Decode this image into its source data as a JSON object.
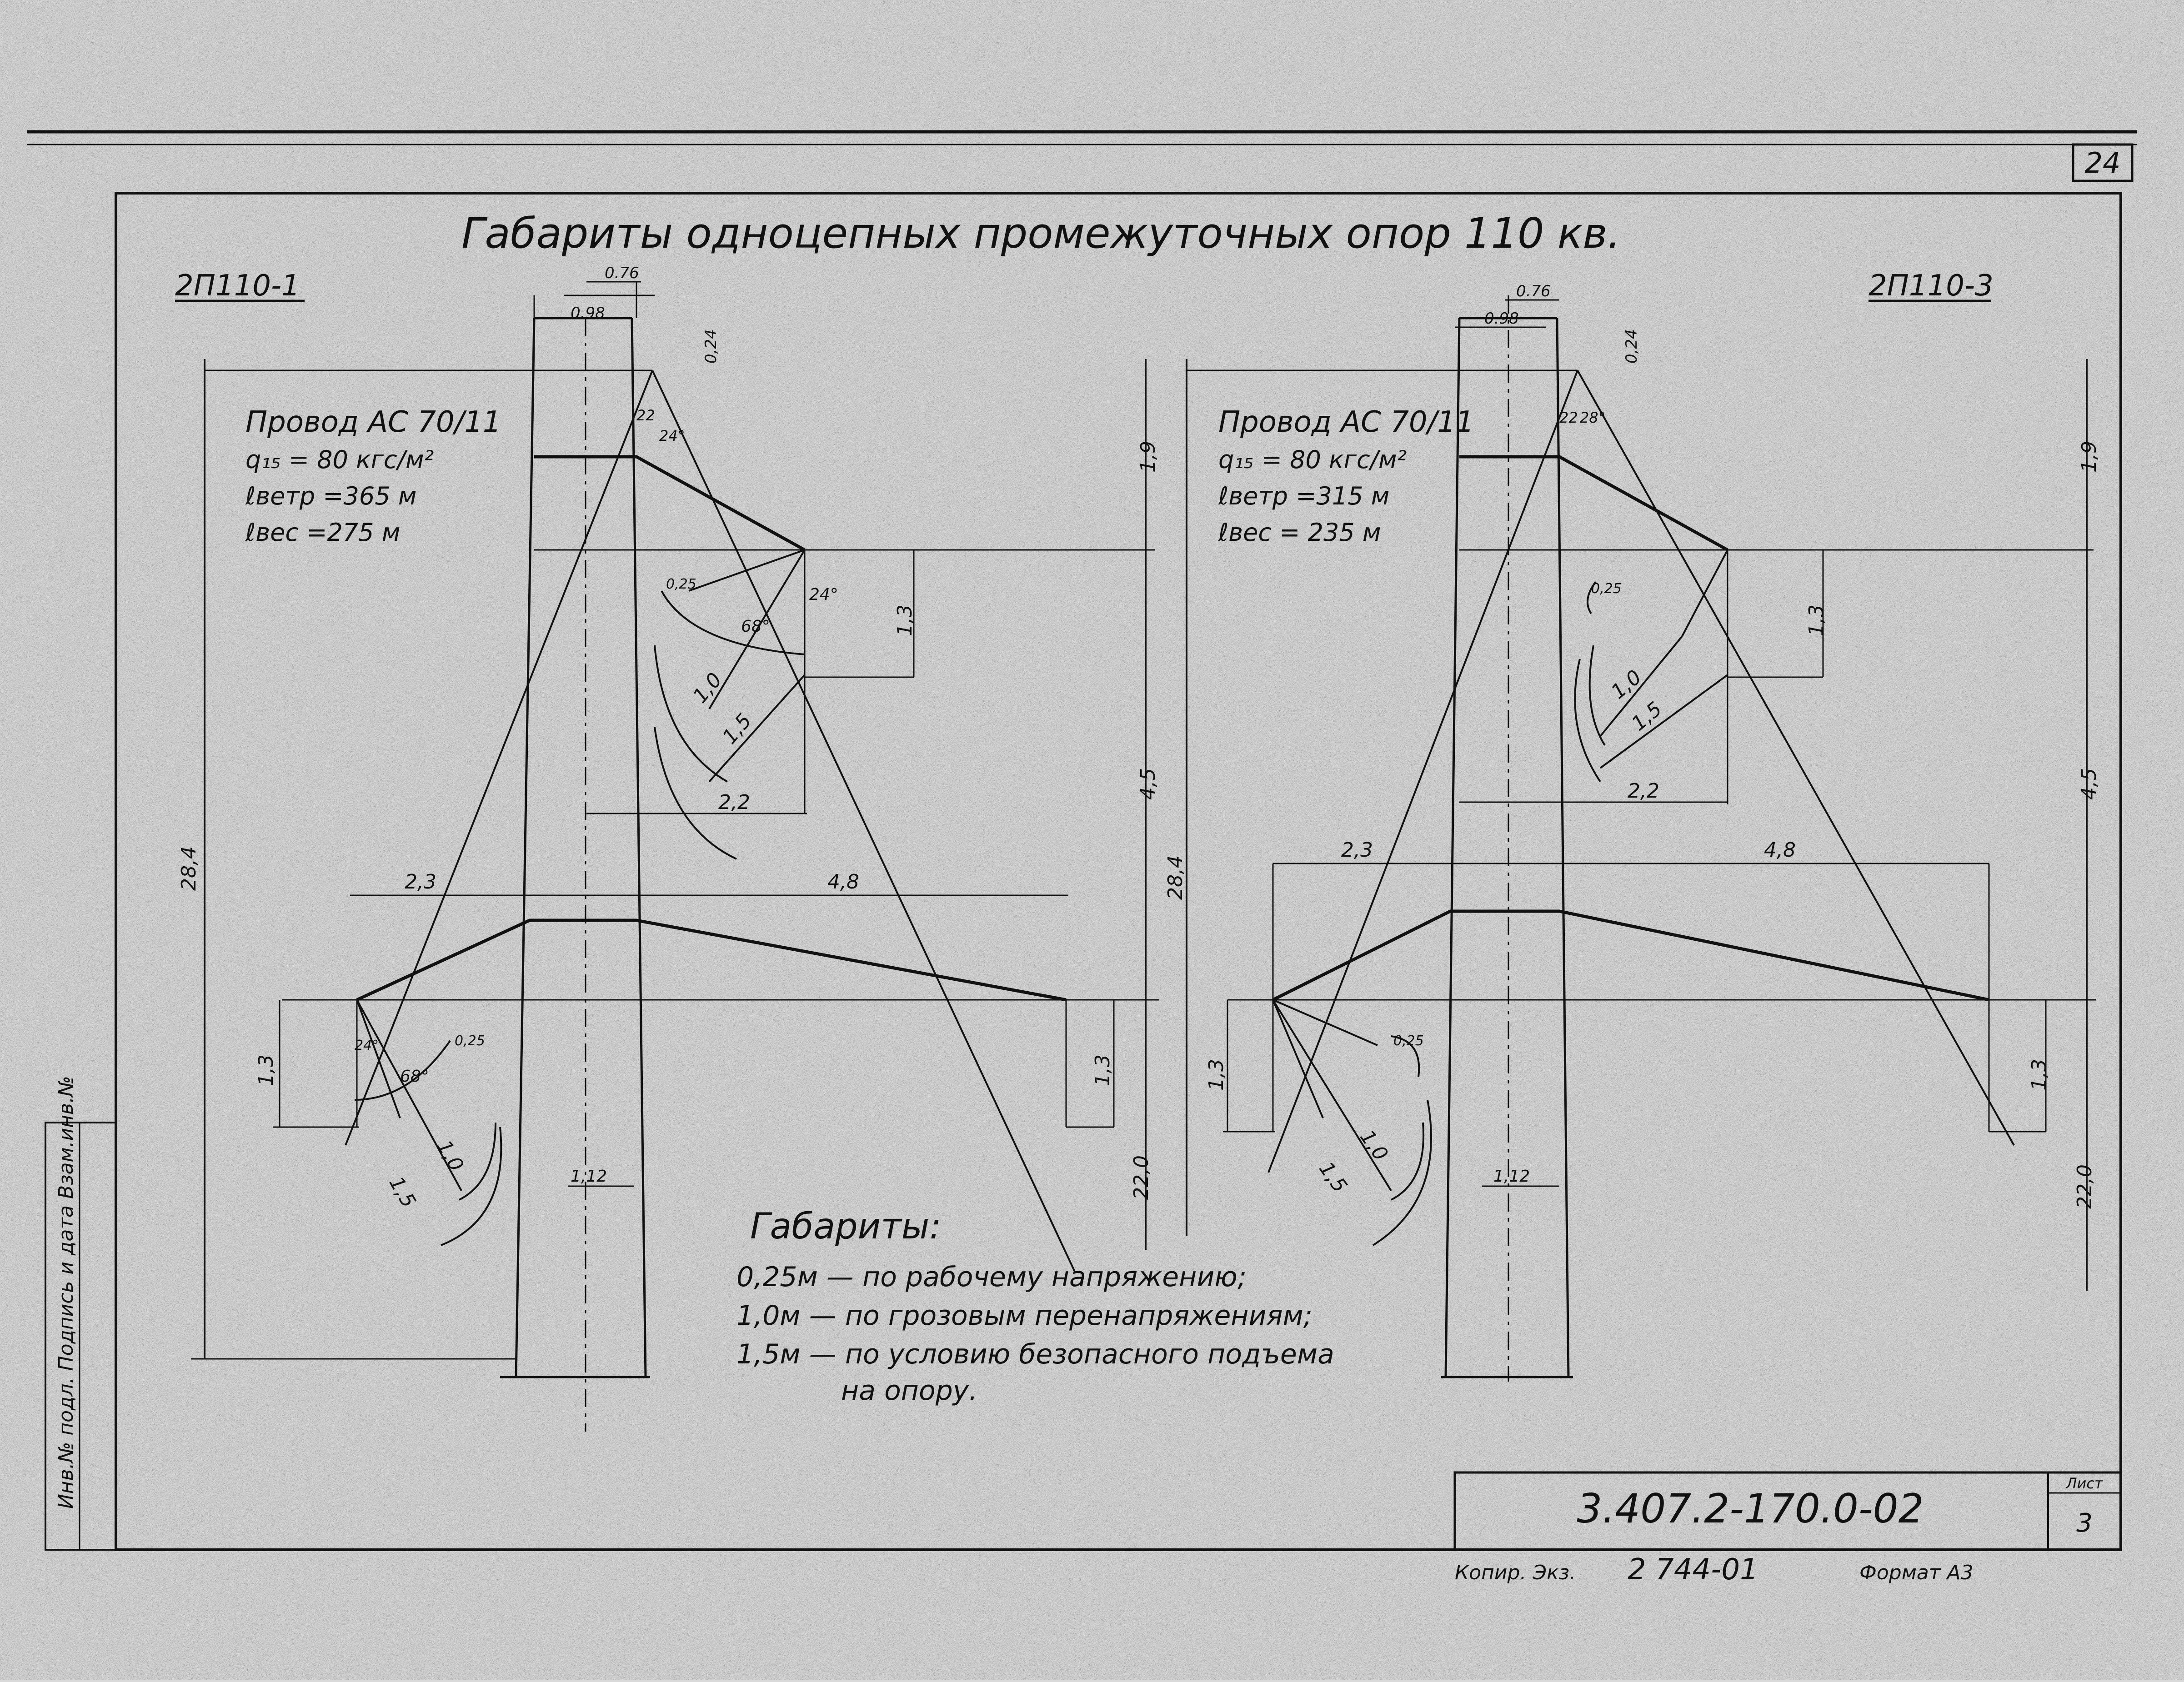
{
  "page": {
    "number": "24"
  },
  "title": "Габариты одноцепных промежуточных опор 110 кв.",
  "left_tower": {
    "name": "2П110-1",
    "wire": "Провод АС 70/11",
    "q15": "q₁₅ = 80 кгс/м²",
    "l_vetr": "ℓветр =365 м",
    "l_ves": "ℓвес =275 м",
    "dims": {
      "top_w1": "0.76",
      "top_w2": "0.98",
      "d_024": "0,24",
      "h19": "1,9",
      "h13_upper": "1,3",
      "h45": "4,5",
      "h284": "28,4",
      "h13_left": "1,3",
      "h13_right": "1,3",
      "h220": "22,0",
      "w23": "2,3",
      "w48": "4,8",
      "w22": "2,2",
      "w112": "1,12",
      "r10": "1,0",
      "r15": "1,5",
      "r025": "0,25",
      "a22": "22",
      "a24": "24°",
      "a68": "68°"
    }
  },
  "right_tower": {
    "name": "2П110-3",
    "wire": "Провод АС 70/11",
    "q15": "q₁₅ = 80 кгс/м²",
    "l_vetr": "ℓветр =315 м",
    "l_ves": "ℓвес = 235 м",
    "dims": {
      "top_w1": "0.76",
      "top_w2": "0.98",
      "d_024": "0,24",
      "h19": "1,9",
      "h13_upper": "1,3",
      "h45": "4,5",
      "h284": "28,4",
      "h13_left": "1,3",
      "h13_right": "1,3",
      "h220": "22,0",
      "w23": "2,3",
      "w48": "4,8",
      "w22": "2,2",
      "w112": "1,12",
      "r10": "1,0",
      "r15": "1,5",
      "r025": "0,25",
      "a22": "22",
      "a28": "28°"
    }
  },
  "notes": {
    "heading": "Габариты:",
    "lines": [
      "0,25м — по рабочему напряжению;",
      "1,0м — по грозовым перенапряжениям;",
      "1,5м — по условию безопасного подъема",
      "на опору."
    ]
  },
  "stamp": {
    "doc_number": "3.407.2-170.0-02",
    "sheet_label": "Лист",
    "sheet_number": "3",
    "copied": "Копир. Экз.",
    "order": "2 744-01",
    "format": "Формат А3"
  },
  "side_label": "Инв.№ подл.  Подпись и дата  Взам.инв.№"
}
